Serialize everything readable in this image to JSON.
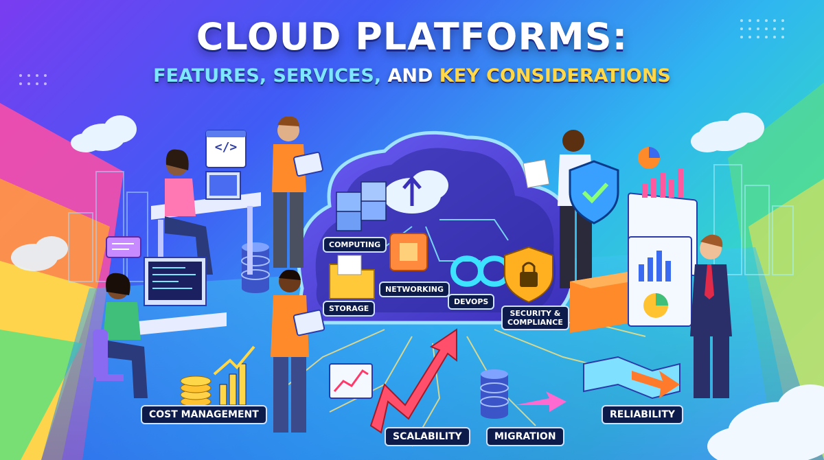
{
  "header": {
    "title": "CLOUD PLATFORMS:",
    "subtitle_part1": "FEATURES, SERVICES,",
    "subtitle_part2": "AND",
    "subtitle_part3": "KEY CONSIDERATIONS"
  },
  "services": {
    "computing": "COMPUTING",
    "networking": "NETWORKING",
    "storage": "STORAGE",
    "devops": "DEVOPS",
    "security_line1": "SECURITY &",
    "security_line2": "COMPLIANCE"
  },
  "considerations": {
    "cost_management": "COST MANAGEMENT",
    "scalability": "SCALABILITY",
    "migration": "MIGRATION",
    "reliability": "RELIABILITY"
  },
  "code_icon": "</>",
  "colors": {
    "accent_yellow": "#ffd84a",
    "accent_cyan": "#7fe6ff",
    "label_bg": "#0d1b4a",
    "cloud_body": "#5a4ee8"
  },
  "icons": [
    "cloud-icon",
    "code-window-icon",
    "shield-check-icon",
    "padlock-icon",
    "infinity-icon",
    "folder-icon",
    "database-icon",
    "upload-arrow-icon",
    "chip-icon",
    "coin-stack-icon",
    "line-chart-icon",
    "pie-chart-icon",
    "bar-chart-icon",
    "growth-arrow-icon"
  ]
}
